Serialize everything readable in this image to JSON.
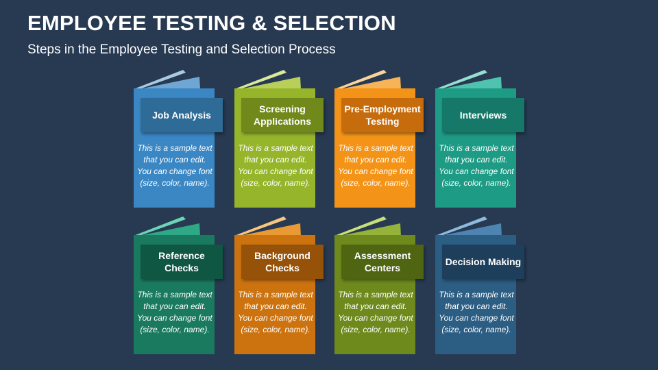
{
  "header": {
    "title": "EMPLOYEE TESTING & SELECTION",
    "subtitle": "Steps in the Employee Testing and Selection Process"
  },
  "cards": [
    {
      "label": "Job Analysis",
      "text": "This is a sample text that you can edit. You can change font (size, color, name).",
      "body": "#3a87c4",
      "label_bg": "#2e6b96",
      "flap_light": "#a9c9e4",
      "flap_mid": "#6fa6d4"
    },
    {
      "label": "Screening Applications",
      "text": "This is a sample text that you can edit. You can change font (size, color, name).",
      "body": "#97b52b",
      "label_bg": "#71891a",
      "flap_light": "#d9e89c",
      "flap_mid": "#b8d05a"
    },
    {
      "label": "Pre-Employment Testing",
      "text": "This is a sample text that you can edit. You can change font (size, color, name).",
      "body": "#f39418",
      "label_bg": "#c76c0d",
      "flap_light": "#fcd49b",
      "flap_mid": "#f7b358"
    },
    {
      "label": "Interviews",
      "text": "This is a sample text that you can edit. You can change font (size, color, name).",
      "body": "#1d9b85",
      "label_bg": "#157868",
      "flap_light": "#96ded1",
      "flap_mid": "#4fc3ae"
    },
    {
      "label": "Reference Checks",
      "text": "This is a sample text that you can edit. You can change font (size, color, name).",
      "body": "#1a7a5f",
      "label_bg": "#0f5643",
      "flap_light": "#6dd4b6",
      "flap_mid": "#2fa886"
    },
    {
      "label": "Background Checks",
      "text": "This is a sample text that you can edit. You can change font (size, color, name).",
      "body": "#cc730f",
      "label_bg": "#97520a",
      "flap_light": "#f8c77f",
      "flap_mid": "#e99a34"
    },
    {
      "label": "Assessment Centers",
      "text": "This is a sample text that you can edit. You can change font (size, color, name).",
      "body": "#6e8a1d",
      "label_bg": "#4f6512",
      "flap_light": "#c8df7a",
      "flap_mid": "#95b33b"
    },
    {
      "label": "Decision Making",
      "text": "This is a sample text that you can edit. You can change font (size, color, name).",
      "body": "#2c5d83",
      "label_bg": "#1e3f5c",
      "flap_light": "#8fb9dd",
      "flap_mid": "#4d84b2"
    }
  ]
}
